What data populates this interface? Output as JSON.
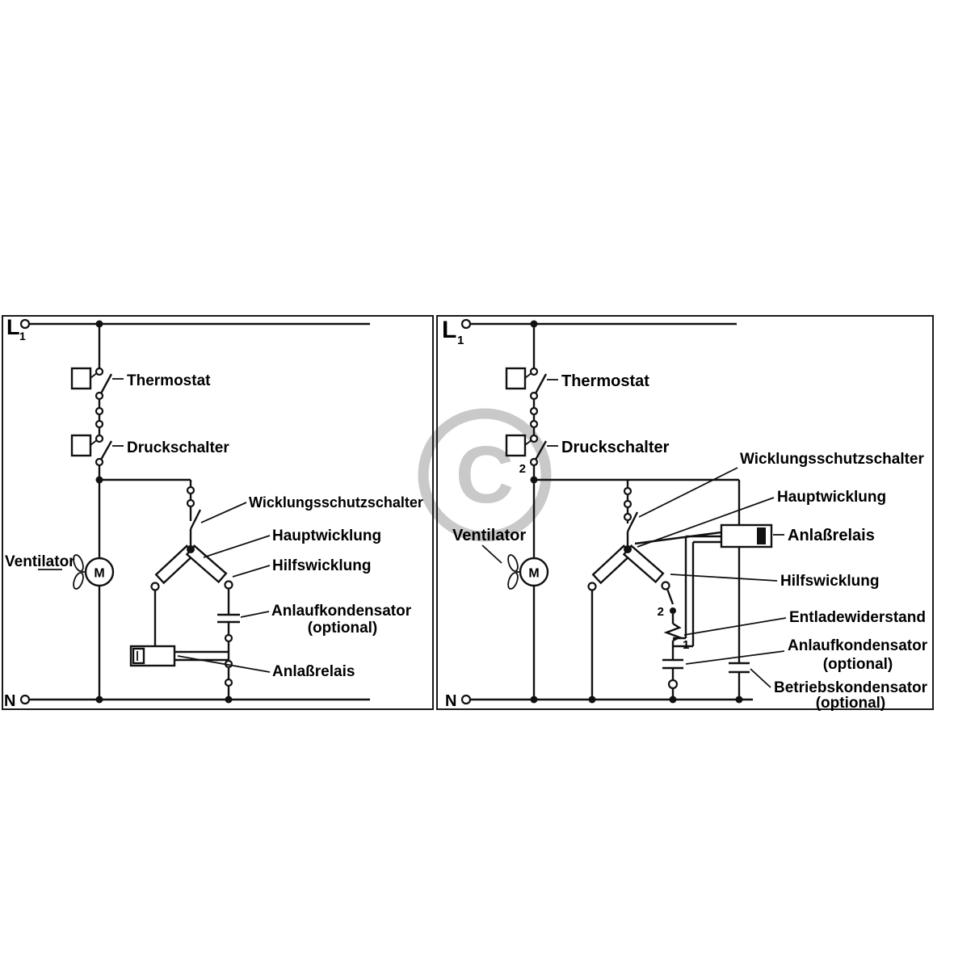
{
  "watermark": {
    "symbol": "C"
  },
  "left": {
    "l1": "L",
    "l1_sub": "1",
    "n_label": "N",
    "thermostat": "Thermostat",
    "druckschalter": "Druckschalter",
    "wicklungsschutzschalter": "Wicklungsschutzschalter",
    "hauptwicklung": "Hauptwicklung",
    "hilfswicklung": "Hilfswicklung",
    "anlaufkondensator": "Anlaufkondensator",
    "anlaufkondensator_opt": "(optional)",
    "anlassrelais": "Anlaßrelais",
    "ventilator": "Ventilator",
    "motor": "M"
  },
  "right": {
    "l1": "L",
    "l1_sub": "1",
    "n_label": "N",
    "thermostat": "Thermostat",
    "druckschalter": "Druckschalter",
    "druckschalter_terminal": "2",
    "wicklungsschutzschalter": "Wicklungsschutzschalter",
    "hauptwicklung": "Hauptwicklung",
    "anlassrelais": "Anlaßrelais",
    "hilfswicklung": "Hilfswicklung",
    "entladewiderstand": "Entladewiderstand",
    "anlaufkondensator": "Anlaufkondensator",
    "anlaufkondensator_opt": "(optional)",
    "betriebskondensator": "Betriebskondensator",
    "betriebskondensator_opt": "(optional)",
    "terminal_2": "2",
    "terminal_1": "1",
    "ventilator": "Ventilator",
    "motor": "M"
  }
}
